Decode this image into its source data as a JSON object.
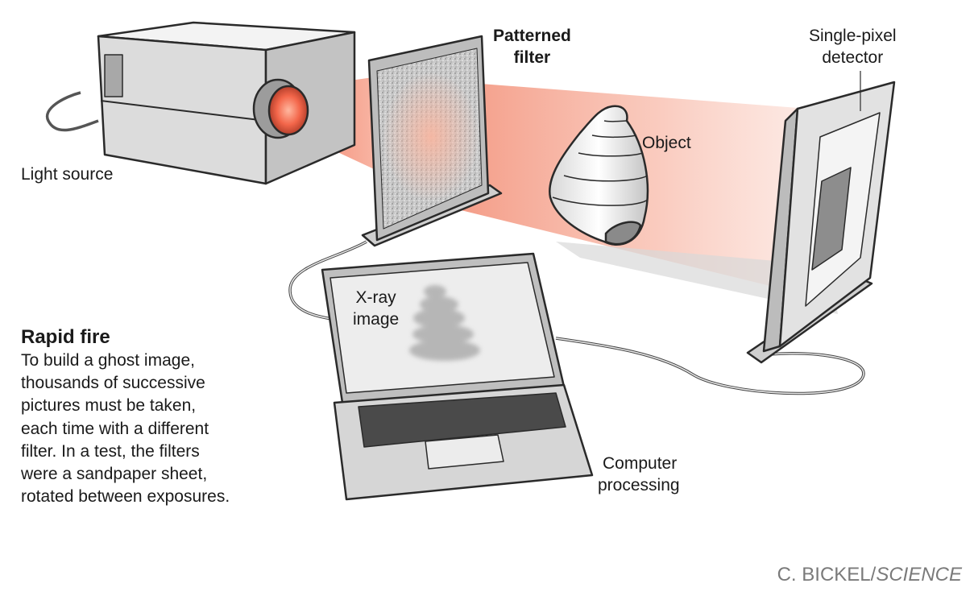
{
  "labels": {
    "patterned_filter_line1": "Patterned",
    "patterned_filter_line2": "filter",
    "single_pixel_line1": "Single-pixel",
    "single_pixel_line2": "detector",
    "object": "Object",
    "light_source": "Light source",
    "xray_line1": "X-ray",
    "xray_line2": "image",
    "computer_line1": "Computer",
    "computer_line2": "processing"
  },
  "sidebar": {
    "title": "Rapid fire",
    "lines": [
      "To build a ghost image,",
      "thousands of successive",
      "pictures must be taken,",
      "each time with a different",
      "filter. In a test, the filters",
      "were a sandpaper sheet,",
      "rotated between exposures."
    ]
  },
  "credit": {
    "name": "C. BICKEL/",
    "publication": "SCIENCE"
  },
  "colors": {
    "beam": "#f08a70",
    "beam_light": "#fbd3c8",
    "lens_glow": "#f3664a",
    "outline": "#2a2a2a",
    "device_gray": "#d9d9d9",
    "credit_gray": "#7a7a7a"
  }
}
